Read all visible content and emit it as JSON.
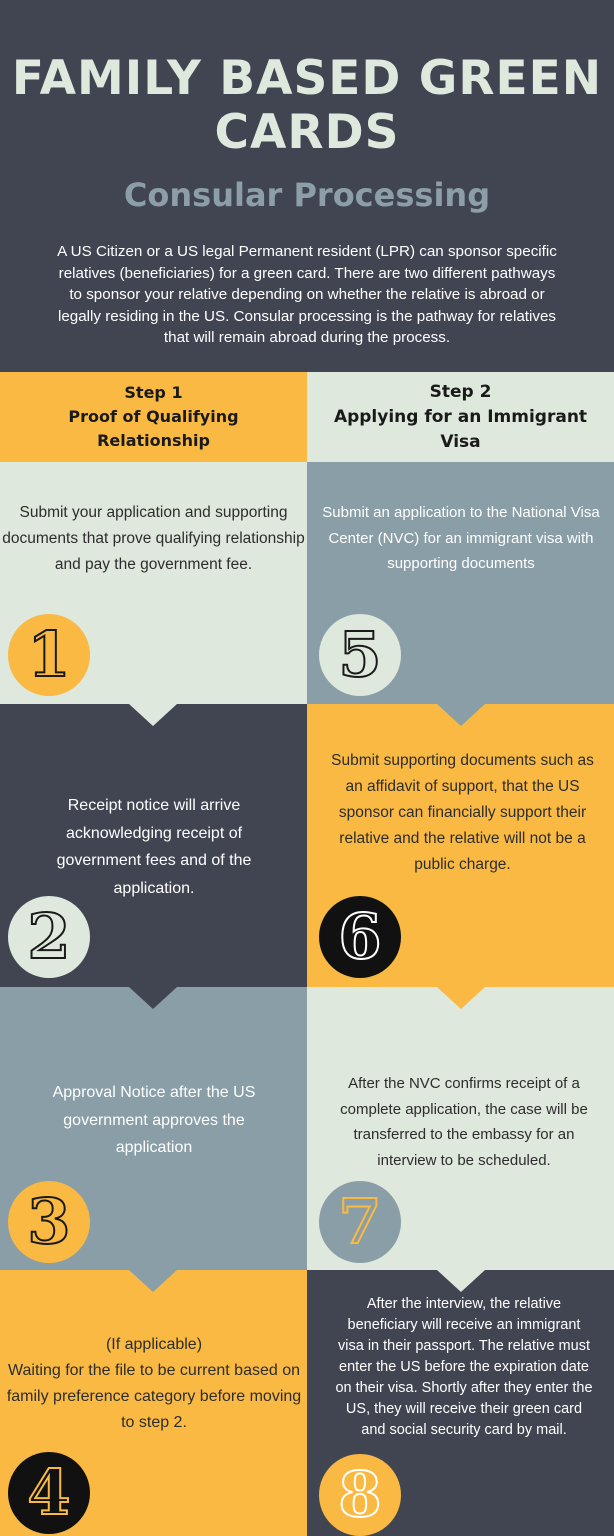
{
  "header": {
    "title_line1": "FAMILY BASED GREEN",
    "title_line2": "CARDS",
    "subtitle": "Consular Processing",
    "intro": "A US Citizen or a US legal Permanent resident (LPR) can sponsor specific relatives (beneficiaries) for a green card. There are two different pathways to sponsor your relative depending on whether the relative is abroad or legally residing in the US. Consular processing is the pathway for relatives that will remain abroad during the process."
  },
  "columns": [
    {
      "step": "Step 1",
      "line1": "Proof of Qualifying",
      "line2": "Relationship"
    },
    {
      "step": "Step 2",
      "line1": "Applying for an Immigrant",
      "line2": "Visa"
    }
  ],
  "items": [
    {
      "number": "1",
      "text": "Submit your application and supporting documents that prove qualifying relationship and pay the government fee."
    },
    {
      "number": "2",
      "text": "Receipt notice will arrive acknowledging receipt of government fees and of the application."
    },
    {
      "number": "3",
      "text": "Approval Notice after the US government approves the application"
    },
    {
      "number": "4",
      "text_line1": "(If applicable)",
      "text": "Waiting for the file to be current based on family preference category before moving to step 2."
    },
    {
      "number": "5",
      "text": "Submit an application to the National Visa Center (NVC) for an immigrant visa with supporting documents"
    },
    {
      "number": "6",
      "text": "Submit supporting documents such as an affidavit of support, that the US sponsor can financially support their relative and the relative will not be a public charge."
    },
    {
      "number": "7",
      "text": "After the NVC confirms receipt of a complete application, the case will be transferred to the embassy for an interview to be scheduled."
    },
    {
      "number": "8",
      "text": "After the interview, the relative beneficiary will receive an immigrant visa in their passport. The relative must enter the US before the expiration date on their visa. Shortly after they enter the US, they will receive their green card and social security card by mail."
    }
  ],
  "colors": {
    "dark": "#414551",
    "yellow": "#f9b942",
    "light": "#dfe8dc",
    "grey": "#8a9ea7"
  }
}
